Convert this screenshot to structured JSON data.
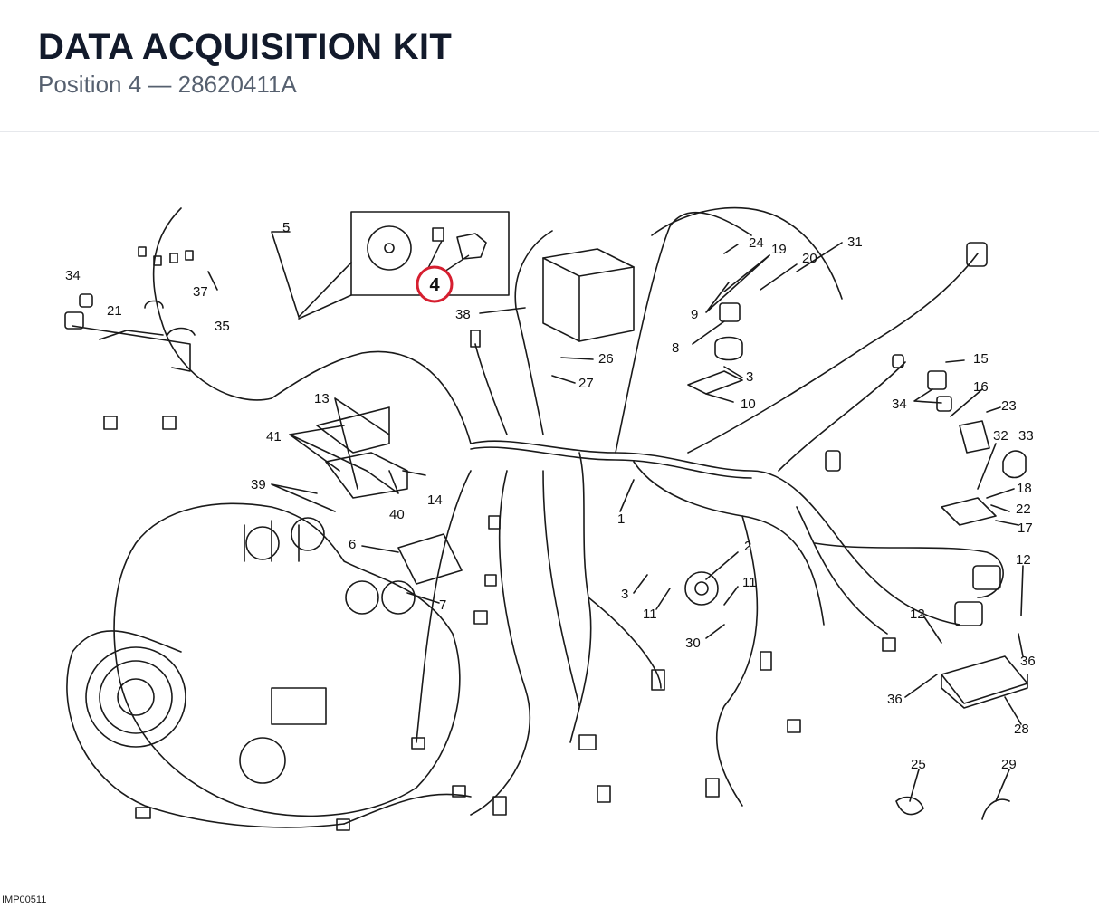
{
  "header": {
    "title": "DATA ACQUISITION KIT",
    "subtitle": "Position 4 — 28620411A"
  },
  "diagram": {
    "highlighted_position": "4",
    "highlight_color": "#d61f30",
    "labels": [
      "1",
      "2",
      "3",
      "3",
      "4",
      "5",
      "6",
      "7",
      "8",
      "9",
      "10",
      "11",
      "11",
      "12",
      "12",
      "13",
      "14",
      "15",
      "16",
      "17",
      "18",
      "19",
      "20",
      "21",
      "22",
      "23",
      "24",
      "25",
      "26",
      "27",
      "28",
      "29",
      "30",
      "31",
      "32",
      "33",
      "34",
      "34",
      "35",
      "36",
      "36",
      "37",
      "38",
      "39",
      "40",
      "41"
    ]
  },
  "footer": {
    "code": "IMP00511"
  }
}
